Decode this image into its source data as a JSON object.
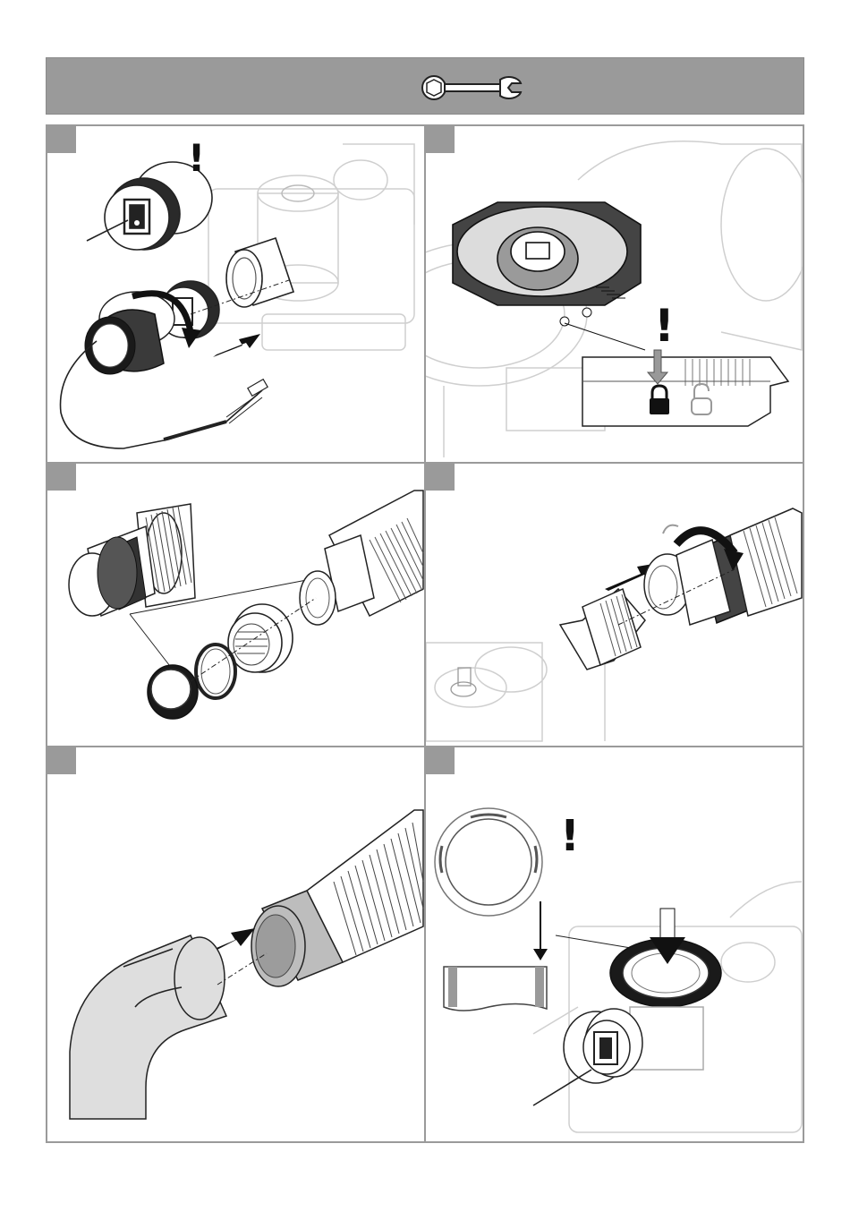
{
  "header": {
    "icon": "wrench-icon",
    "color": "#9a9a9a"
  },
  "panels": [
    {
      "id": 1,
      "illustration": "sensor-cap-removal",
      "warning_mark": "!"
    },
    {
      "id": 2,
      "illustration": "bypass-lock-ring",
      "warning_mark": "!"
    },
    {
      "id": 3,
      "illustration": "hose-union-parts"
    },
    {
      "id": 4,
      "illustration": "hose-disconnect"
    },
    {
      "id": 5,
      "illustration": "hose-elbow-removal"
    },
    {
      "id": 6,
      "illustration": "seal-ring-insertion",
      "warning_mark": "!"
    }
  ],
  "colors": {
    "frame": "#9a9a9a",
    "line": "#cfcfcf",
    "dark": "#1a1a1a",
    "mid": "#7a7a7a"
  }
}
